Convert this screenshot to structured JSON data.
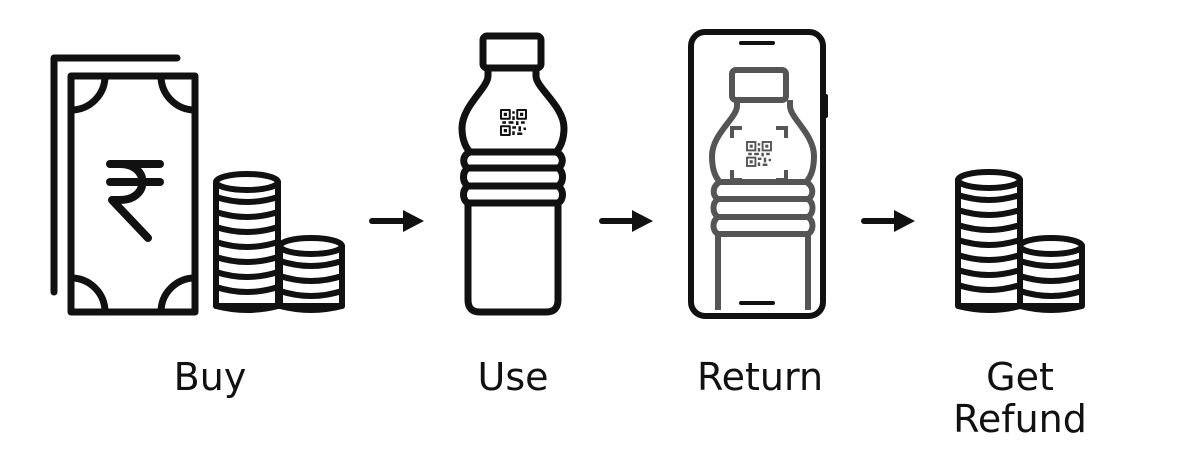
{
  "steps": [
    {
      "label": "Buy",
      "icon": "rupee-banknotes-and-coins-icon"
    },
    {
      "label": "Use",
      "icon": "water-bottle-with-qr-code-icon"
    },
    {
      "label": "Return",
      "icon": "phone-scanning-bottle-qr-icon"
    },
    {
      "label_line1": "Get",
      "label_line2": "Refund",
      "icon": "coin-stacks-icon"
    }
  ],
  "connector_icon": "right-arrow-icon",
  "colors": {
    "stroke": "#111111",
    "scan": "#555555",
    "background": "#ffffff"
  }
}
